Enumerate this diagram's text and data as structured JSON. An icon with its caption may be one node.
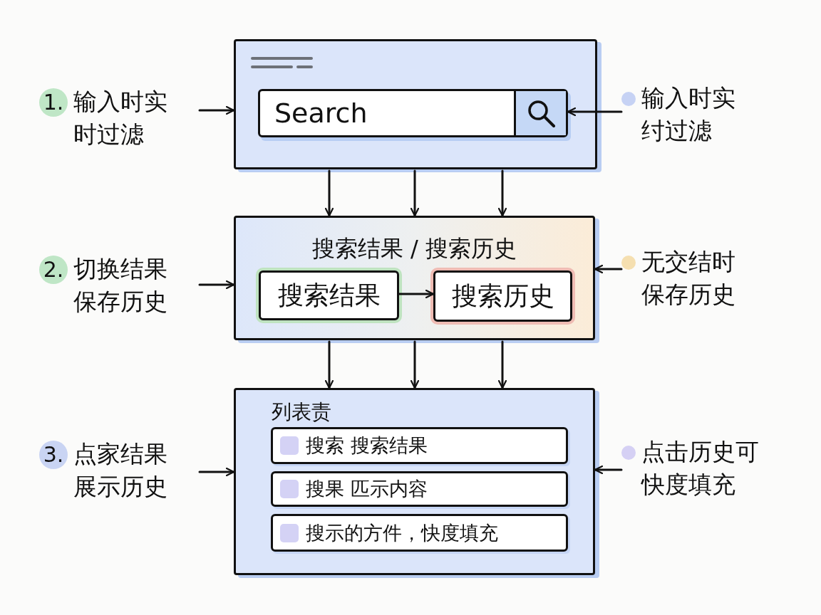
{
  "diagram": {
    "nodes": [
      {
        "text": [
          "1.",
          "输入时实时过滤"
        ]
      },
      {
        "text": [],
        "shape": "box"
      },
      {
        "text": [
          "Search"
        ],
        "in": 1
      },
      {
        "text": [
          "输入时实纣过滤"
        ]
      },
      {
        "text": [
          "2.",
          "切换结果保存历史"
        ]
      },
      {
        "text": [
          "搜索结果 / 搜索历史"
        ]
      },
      {
        "text": [
          "搜索结果"
        ],
        "in": 5
      },
      {
        "text": [
          "搜索历史"
        ],
        "in": 5
      },
      {
        "text": [
          "无交结时保存历史"
        ]
      },
      {
        "text": [
          "3.",
          "点家结果展示历史"
        ]
      },
      {
        "text": [
          "列表责"
        ]
      },
      {
        "text": [
          "搜索 搜索结果"
        ],
        "in": 10
      },
      {
        "text": [
          "搜果 匹示内容"
        ],
        "in": 10
      },
      {
        "text": [
          "搜示的方件，快度填充"
        ],
        "in": 10
      },
      {
        "text": [
          "点击历史可快度填充"
        ]
      }
    ],
    "edges": [
      {
        "from": 0,
        "to": 1,
        "arrow": "to"
      },
      {
        "from": 3,
        "to": 2,
        "arrow": "to"
      },
      {
        "from": 1,
        "to": 5,
        "arrow": "to"
      },
      {
        "from": 1,
        "to": 5,
        "arrow": "to"
      },
      {
        "from": 1,
        "to": 5,
        "arrow": "to"
      },
      {
        "from": 4,
        "to": 5,
        "arrow": "to"
      },
      {
        "from": 8,
        "to": 5,
        "arrow": "to"
      },
      {
        "from": 6,
        "to": 7,
        "arrow": "to"
      },
      {
        "from": 5,
        "to": 10,
        "arrow": "to"
      },
      {
        "from": 5,
        "to": 10,
        "arrow": "to"
      },
      {
        "from": 5,
        "to": 10,
        "arrow": "to"
      },
      {
        "from": 9,
        "to": 10,
        "arrow": "to"
      },
      {
        "from": 14,
        "to": 10,
        "arrow": "to"
      }
    ]
  }
}
